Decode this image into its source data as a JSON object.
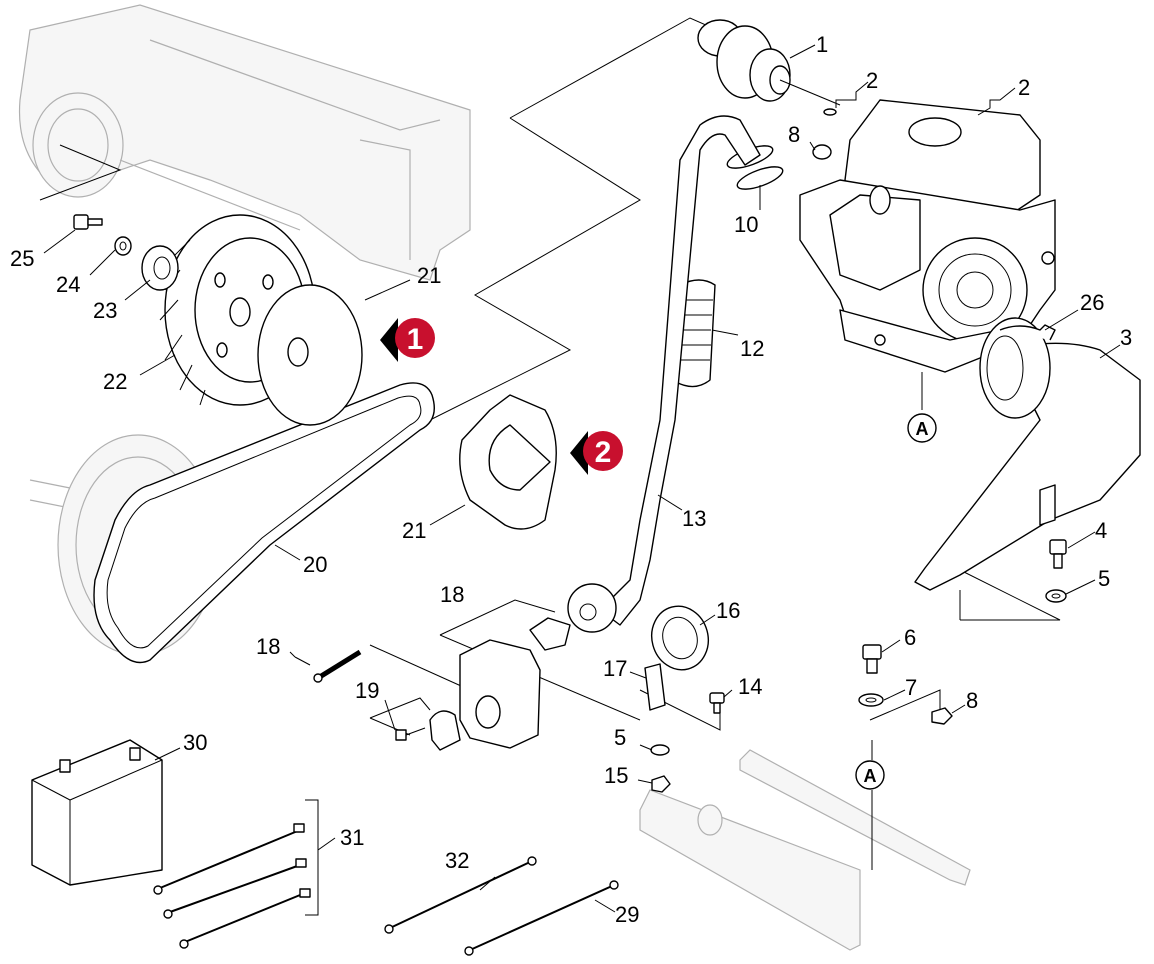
{
  "labels": {
    "p1": "1",
    "p2a": "2",
    "p2b": "2",
    "p3": "3",
    "p4": "4",
    "p5a": "5",
    "p5b": "5",
    "p6": "6",
    "p7": "7",
    "p8a": "8",
    "p8b": "8",
    "p10": "10",
    "p12": "12",
    "p13": "13",
    "p14": "14",
    "p15": "15",
    "p16": "16",
    "p17": "17",
    "p18a": "18",
    "p18b": "18",
    "p19": "19",
    "p20": "20",
    "p21a": "21",
    "p21b": "21",
    "p22": "22",
    "p23": "23",
    "p24": "24",
    "p25": "25",
    "p26": "26",
    "p29": "29",
    "p30": "30",
    "p31": "31",
    "p32": "32"
  },
  "markers": {
    "m1": "1",
    "m2": "2"
  },
  "refs": {
    "a_engine": "A",
    "a_frame": "A"
  },
  "colors": {
    "marker": "#c8102e",
    "ink": "#000000",
    "ghost": "#b0b0b0"
  }
}
